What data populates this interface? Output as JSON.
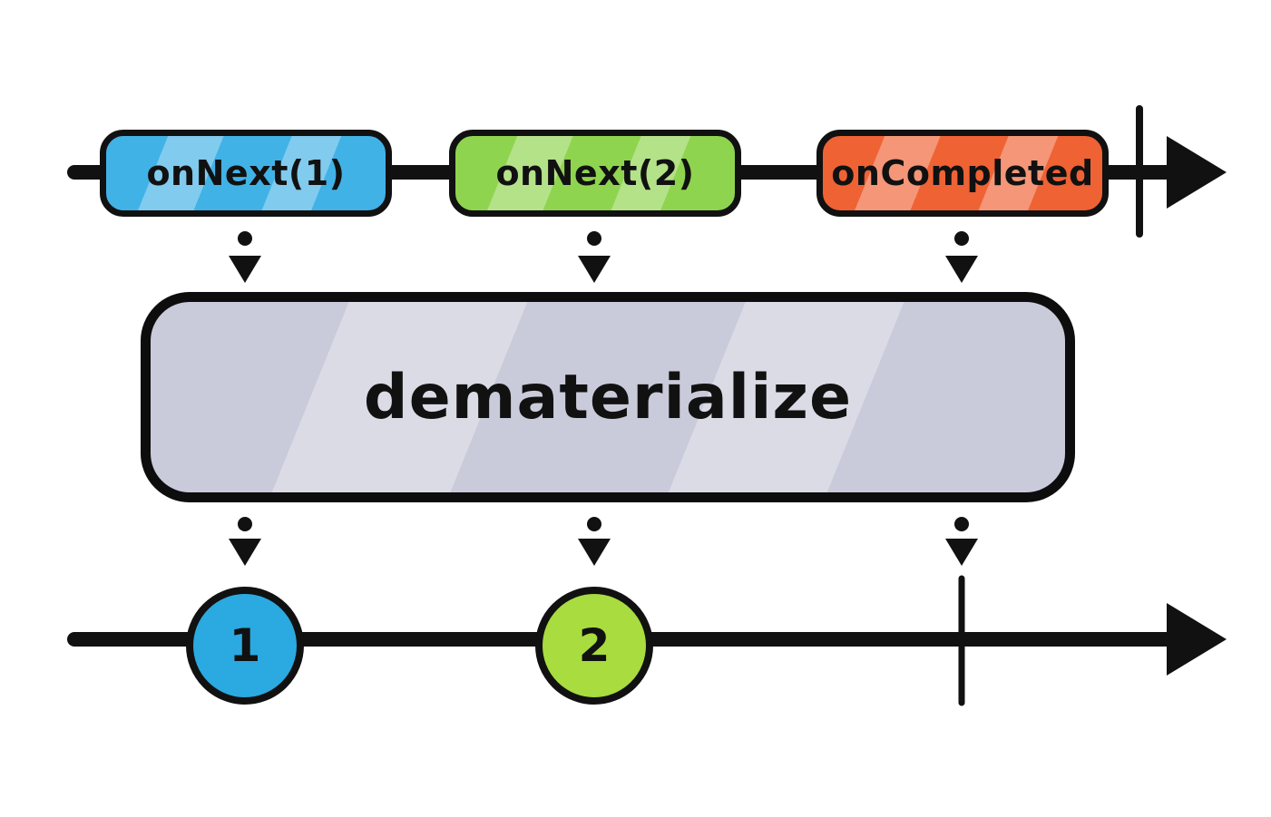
{
  "diagram": {
    "type": "marble-diagram",
    "operator": {
      "label": "dematerialize",
      "fill": "#c9cada"
    },
    "source_timeline": {
      "completed": true,
      "events": [
        {
          "label": "onNext(1)",
          "fill": "#41b2e6"
        },
        {
          "label": "onNext(2)",
          "fill": "#8fd44e"
        },
        {
          "label": "onCompleted",
          "fill": "#ef6234"
        }
      ]
    },
    "output_timeline": {
      "completed": true,
      "events": [
        {
          "label": "1",
          "fill": "#2ba9e1"
        },
        {
          "label": "2",
          "fill": "#a8dc3f"
        }
      ]
    },
    "line_color": "#111111"
  }
}
